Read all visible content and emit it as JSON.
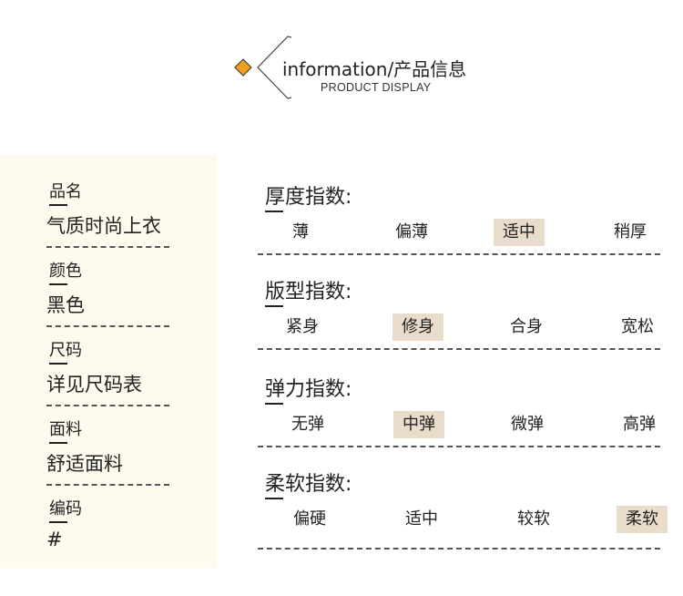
{
  "header": {
    "title_en": "information",
    "title_cn": "/产品信息",
    "subtitle": "PRODUCT DISPLAY",
    "accent_color": "#f0a020"
  },
  "product": {
    "fields": [
      {
        "label": "品名",
        "value": "气质时尚上衣"
      },
      {
        "label": "颜色",
        "value": "黑色"
      },
      {
        "label": "尺码",
        "value": "详见尺码表"
      },
      {
        "label": "面料",
        "value": "舒适面料"
      },
      {
        "label": "编码",
        "value": "#"
      }
    ]
  },
  "indices": [
    {
      "title": "厚度指数:",
      "options": [
        "薄",
        "偏薄",
        "适中",
        "稍厚"
      ],
      "selected": "适中"
    },
    {
      "title": "版型指数:",
      "options": [
        "紧身",
        "修身",
        "合身",
        "宽松"
      ],
      "selected": "修身"
    },
    {
      "title": "弹力指数:",
      "options": [
        "无弹",
        "中弹",
        "微弹",
        "高弹"
      ],
      "selected": "中弹"
    },
    {
      "title": "柔软指数:",
      "options": [
        "偏硬",
        "适中",
        "较软",
        "柔软"
      ],
      "selected": "柔软"
    }
  ],
  "colors": {
    "panel_bg": "#fdfaee",
    "highlight": "#eadccb"
  }
}
